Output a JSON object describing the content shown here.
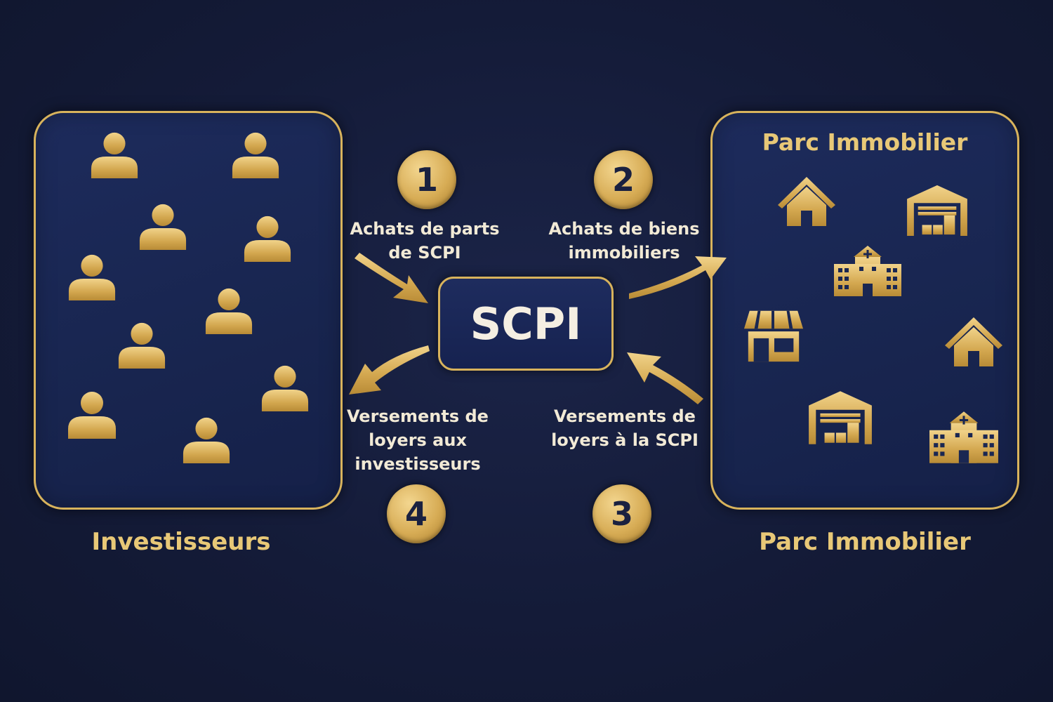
{
  "scpi": {
    "label": "SCPI"
  },
  "left": {
    "caption": "Investisseurs"
  },
  "right": {
    "title": "Parc Immobilier",
    "caption": "Parc Immobilier"
  },
  "steps": [
    {
      "number": "1",
      "label": "Achats de parts\nde SCPI"
    },
    {
      "number": "2",
      "label": "Achats de biens\nimmobiliers"
    },
    {
      "number": "3",
      "label": "Versements de\nloyers à la SCPI"
    },
    {
      "number": "4",
      "label": "Versements de\nloyers aux\ninvestisseurs"
    }
  ],
  "colors": {
    "gold": "#d8b35c",
    "background": "#141b38",
    "panel": "#1a2752",
    "text": "#f2ead6"
  },
  "icons": {
    "investors": [
      "person-icon",
      "person-icon",
      "person-icon",
      "person-icon",
      "person-icon",
      "person-icon",
      "person-icon",
      "person-icon",
      "person-icon",
      "person-icon"
    ],
    "properties": [
      "house-icon",
      "warehouse-icon",
      "hospital-icon",
      "shop-icon",
      "house-icon",
      "warehouse-icon",
      "hospital-icon"
    ]
  }
}
